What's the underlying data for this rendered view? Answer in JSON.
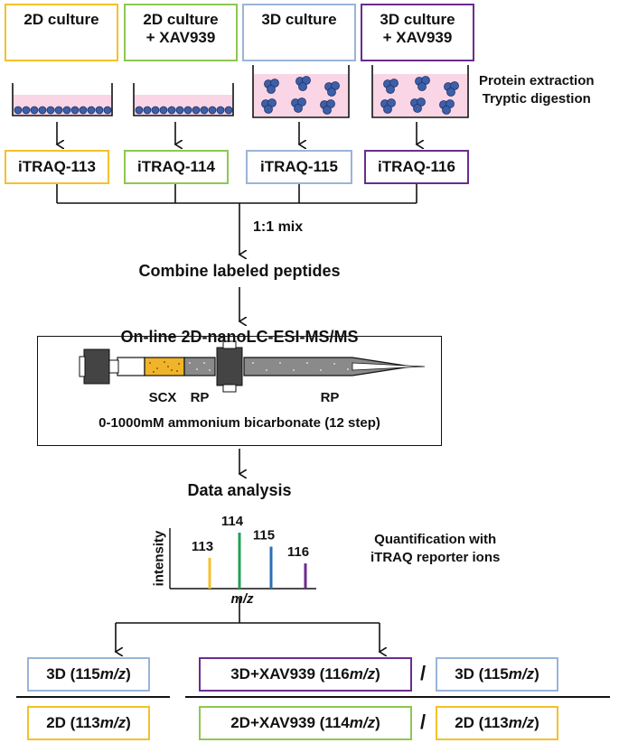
{
  "conditions": [
    {
      "line1": "2D culture",
      "line2": "",
      "color": "#f4c12a"
    },
    {
      "line1": "2D culture",
      "line2": "+ XAV939",
      "color": "#8cc850"
    },
    {
      "line1": "3D culture",
      "line2": "",
      "color": "#9ab4d8"
    },
    {
      "line1": "3D culture",
      "line2": "+ XAV939",
      "color": "#6a2c8e"
    }
  ],
  "extraction": {
    "line1": "Protein extraction",
    "line2": "Tryptic digestion"
  },
  "labels": [
    "iTRAQ-113",
    "iTRAQ-114",
    "iTRAQ-115",
    "iTRAQ-116"
  ],
  "mix_label": "1:1 mix",
  "combine_label": "Combine labeled peptides",
  "lc_title": "On-line 2D-nanoLC-ESI-MS/MS",
  "lc": {
    "scx": "SCX",
    "rp1": "RP",
    "rp2": "RP",
    "gradient": "0-1000mM ammonium bicarbonate (12 step)"
  },
  "data_analysis": "Data analysis",
  "spectrum": {
    "ylabel": "intensity",
    "xlabel": "m/z",
    "peaks": [
      {
        "label": "113",
        "height": 0.55,
        "color": "#f4c12a"
      },
      {
        "label": "114",
        "height": 1.0,
        "color": "#22a055"
      },
      {
        "label": "115",
        "height": 0.75,
        "color": "#2a6fb8"
      },
      {
        "label": "116",
        "height": 0.45,
        "color": "#6a2c8e"
      }
    ]
  },
  "quant": {
    "line1": "Quantification with",
    "line2": "iTRAQ reporter ions"
  },
  "ratios": {
    "r1_num": {
      "prefix": "3D (115 ",
      "mz": "m/z",
      "suffix": ")"
    },
    "r1_den": {
      "prefix": "2D (113 ",
      "mz": "m/z",
      "suffix": ")"
    },
    "r2_num_a": {
      "prefix": "3D+XAV939 (116 ",
      "mz": "m/z",
      "suffix": ")"
    },
    "r2_num_b": {
      "prefix": "3D (115 ",
      "mz": "m/z",
      "suffix": ")"
    },
    "r2_den_a": {
      "prefix": "2D+XAV939 (114 ",
      "mz": "m/z",
      "suffix": ")"
    },
    "r2_den_b": {
      "prefix": "2D (113 ",
      "mz": "m/z",
      "suffix": ")"
    },
    "slash": "/"
  }
}
